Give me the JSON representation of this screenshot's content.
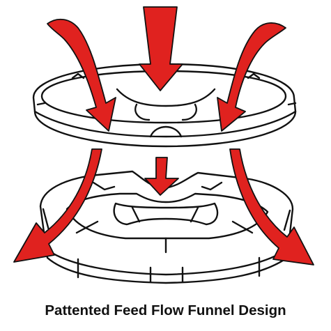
{
  "caption": "Pattented Feed Flow Funnel Design",
  "colors": {
    "arrow_fill": "#e0221f",
    "arrow_stroke": "#111111",
    "outline": "#111111",
    "background": "#ffffff"
  },
  "icons": [
    "funnel-ring",
    "feeder-base",
    "flow-arrow"
  ]
}
